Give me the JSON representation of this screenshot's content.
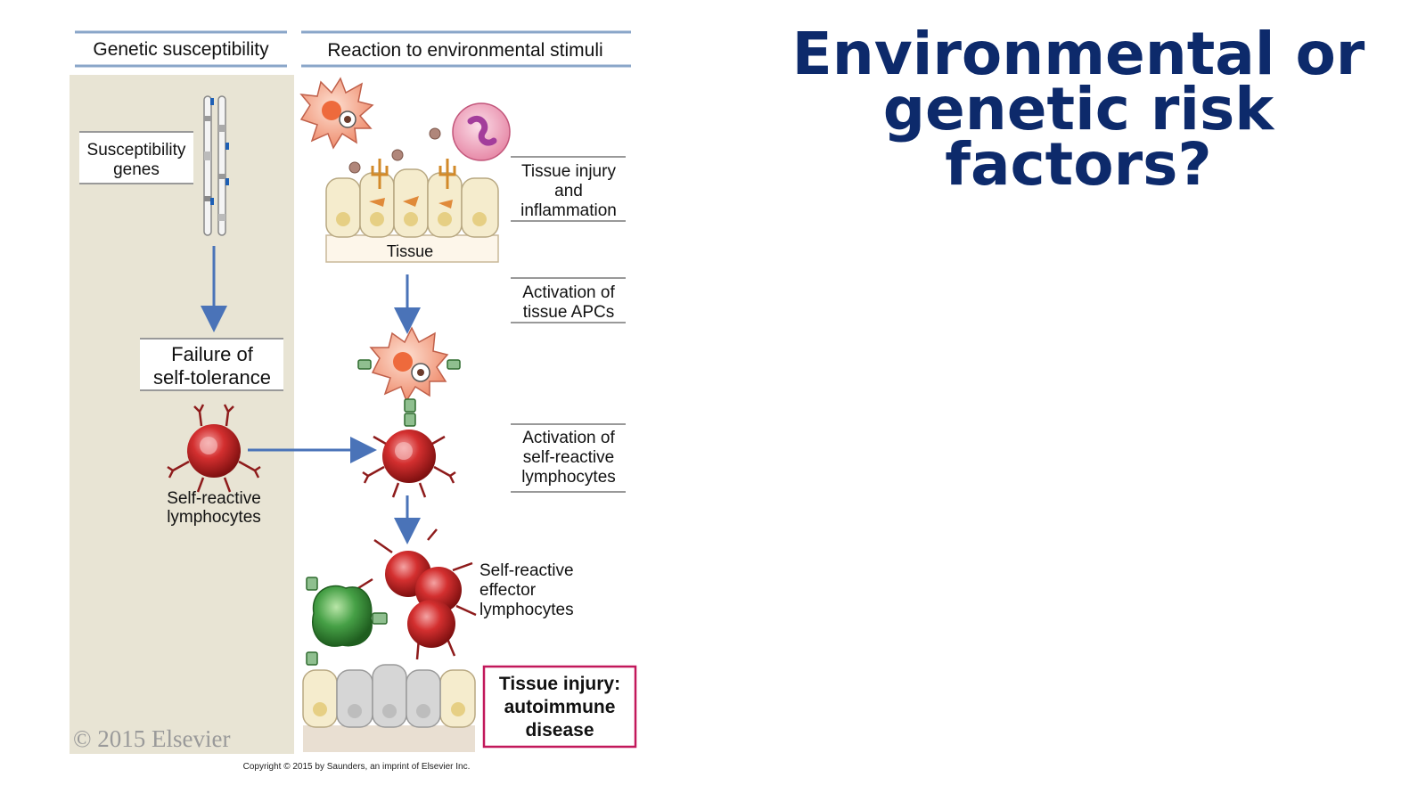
{
  "slide": {
    "title_line1": "Environmental or",
    "title_line2": "genetic risk factors?"
  },
  "figure": {
    "header_left": "Genetic susceptibility",
    "header_right": "Reaction to environmental stimuli",
    "susceptibility_line1": "Susceptibility",
    "susceptibility_line2": "genes",
    "failure_line1": "Failure of",
    "failure_line2": "self-tolerance",
    "self_reactive_line1": "Self-reactive",
    "self_reactive_line2": "lymphocytes",
    "tissue_label": "Tissue",
    "injury_line1": "Tissue injury",
    "injury_line2": "and",
    "injury_line3": "inflammation",
    "apc_line1": "Activation of",
    "apc_line2": "tissue APCs",
    "act_line1": "Activation of",
    "act_line2": "self-reactive",
    "act_line3": "lymphocytes",
    "effector_line1": "Self-reactive",
    "effector_line2": "effector",
    "effector_line3": "lymphocytes",
    "disease_line1": "Tissue injury:",
    "disease_line2": "autoimmune",
    "disease_line3": "disease",
    "watermark": "© 2015 Elsevier",
    "copyright": "Copyright © 2015 by Saunders, an imprint of Elsevier Inc."
  },
  "colors": {
    "title": "#0d2a6b",
    "panel": "#e8e4d4",
    "arrow": "#4a73b8",
    "lymphocyte": "#c62828",
    "green_cell": "#3c9a3c",
    "disease_border": "#c2185b"
  }
}
